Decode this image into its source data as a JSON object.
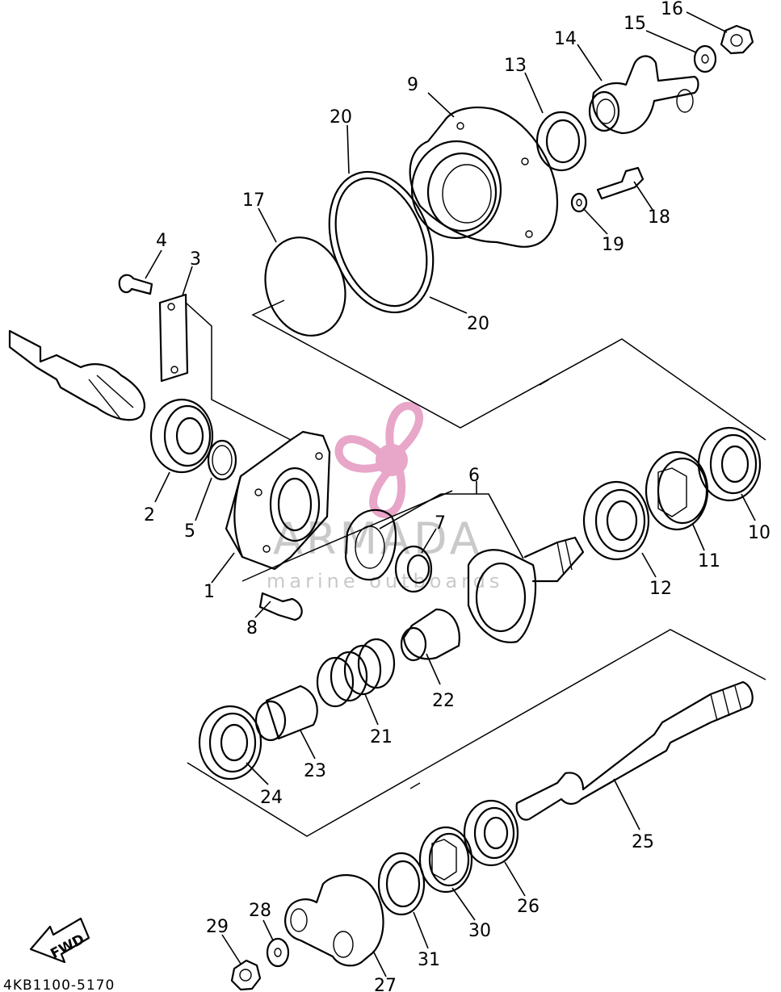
{
  "diagram": {
    "code": "4KB1100-5170",
    "fwd_label": "FWD",
    "watermark": {
      "brand": "ARMADA",
      "subtitle": "marine outboards",
      "logo_color": "#e8a6c8",
      "icon": "propeller-icon"
    },
    "callouts": [
      {
        "id": "c1",
        "text": "1"
      },
      {
        "id": "c2",
        "text": "2"
      },
      {
        "id": "c3",
        "text": "3"
      },
      {
        "id": "c4",
        "text": "4"
      },
      {
        "id": "c5",
        "text": "5"
      },
      {
        "id": "c6",
        "text": "6"
      },
      {
        "id": "c7",
        "text": "7"
      },
      {
        "id": "c8",
        "text": "8"
      },
      {
        "id": "c9",
        "text": "9"
      },
      {
        "id": "c10",
        "text": "10"
      },
      {
        "id": "c11",
        "text": "11"
      },
      {
        "id": "c12",
        "text": "12"
      },
      {
        "id": "c13",
        "text": "13"
      },
      {
        "id": "c14",
        "text": "14"
      },
      {
        "id": "c15",
        "text": "15"
      },
      {
        "id": "c16",
        "text": "16"
      },
      {
        "id": "c17",
        "text": "17"
      },
      {
        "id": "c18",
        "text": "18"
      },
      {
        "id": "c19",
        "text": "19"
      },
      {
        "id": "c20a",
        "text": "20"
      },
      {
        "id": "c20b",
        "text": "20"
      },
      {
        "id": "c21",
        "text": "21"
      },
      {
        "id": "c22",
        "text": "22"
      },
      {
        "id": "c23",
        "text": "23"
      },
      {
        "id": "c24",
        "text": "24"
      },
      {
        "id": "c25",
        "text": "25"
      },
      {
        "id": "c26",
        "text": "26"
      },
      {
        "id": "c27",
        "text": "27"
      },
      {
        "id": "c28",
        "text": "28"
      },
      {
        "id": "c29",
        "text": "29"
      },
      {
        "id": "c30",
        "text": "30"
      },
      {
        "id": "c31",
        "text": "31"
      }
    ]
  }
}
